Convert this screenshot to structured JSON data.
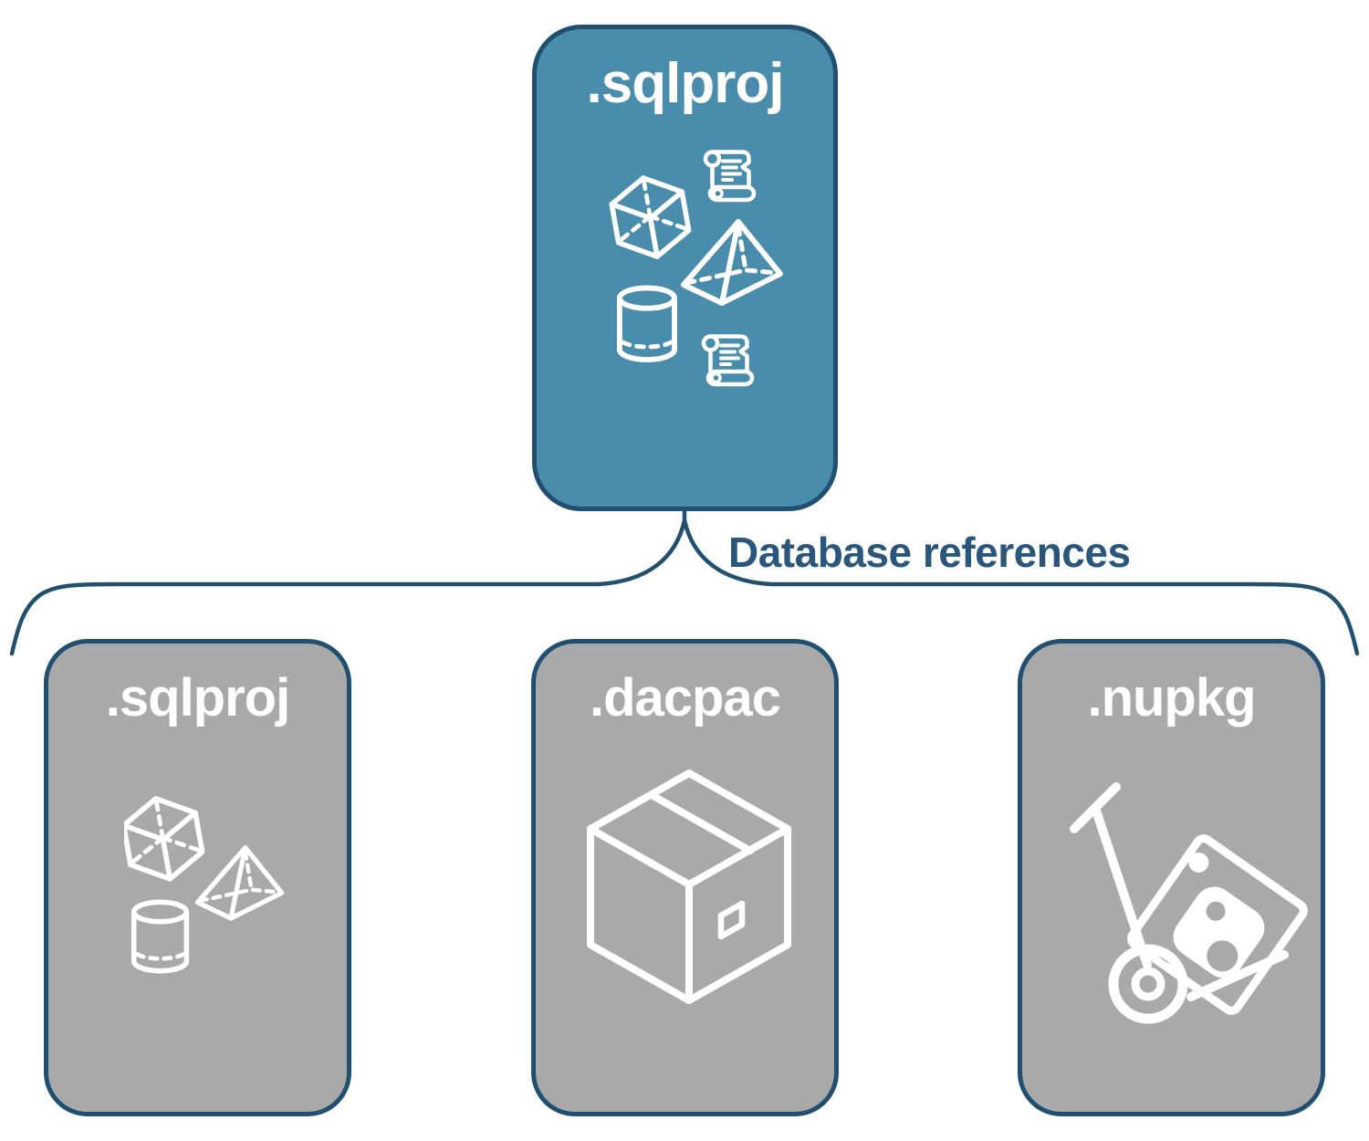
{
  "colors": {
    "teal": "#4a8cab",
    "navy": "#204f6f",
    "gray": "#a9a9a9",
    "label-blue": "#29567a",
    "icon-white": "#ffffff"
  },
  "diagram": {
    "connector_label": "Database references",
    "root": {
      "label": ".sqlproj",
      "icon": "sql-objects-icon"
    },
    "children": [
      {
        "label": ".sqlproj",
        "icon": "sql-objects-icon"
      },
      {
        "label": ".dacpac",
        "icon": "package-box-icon"
      },
      {
        "label": ".nupkg",
        "icon": "nuget-hand-truck-icon"
      }
    ]
  }
}
